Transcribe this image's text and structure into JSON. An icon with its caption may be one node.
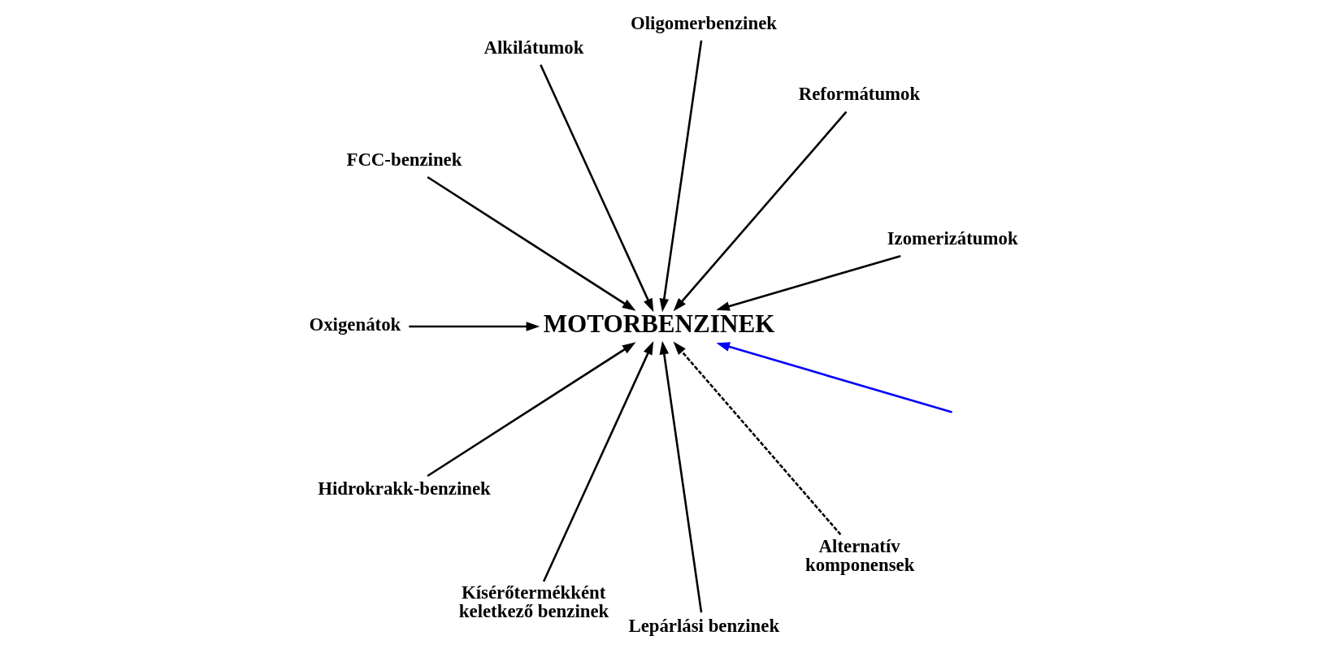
{
  "diagram": {
    "nodes": [
      {
        "text": [
          "Izomerizátumok"
        ]
      },
      {
        "text": [
          "Reformátumok"
        ]
      },
      {
        "text": [
          "Oligomerbenzinek"
        ]
      },
      {
        "text": [
          "Alkilátumok"
        ]
      },
      {
        "text": [
          "FCC-benzinek"
        ]
      },
      {
        "text": [
          "MOTORBENZINEK"
        ]
      },
      {
        "text": [
          "Oxigenátok"
        ]
      },
      {
        "text": [
          "Hidrokrakk-benzinek"
        ]
      },
      {
        "text": [
          "Kísérőtermékként keletkező benzinek"
        ]
      },
      {
        "text": [
          "Lepárlási benzinek"
        ]
      },
      {
        "text": [
          "Alternatív komponensek"
        ]
      }
    ],
    "edges": [
      {
        "from": 0,
        "to": 5,
        "arrow": "to"
      },
      {
        "from": 1,
        "to": 5,
        "arrow": "to"
      },
      {
        "from": 2,
        "to": 5,
        "arrow": "to"
      },
      {
        "from": 3,
        "to": 5,
        "arrow": "to"
      },
      {
        "from": 4,
        "to": 5,
        "arrow": "to"
      },
      {
        "from": null,
        "to": 5,
        "arrow": "to",
        "color": "#0000ff"
      },
      {
        "from": 6,
        "to": 5,
        "arrow": "to"
      },
      {
        "from": 7,
        "to": 5,
        "arrow": "to"
      },
      {
        "from": 8,
        "to": 5,
        "arrow": "to"
      },
      {
        "from": 9,
        "to": 5,
        "arrow": "to"
      },
      {
        "from": 10,
        "to": 5,
        "arrow": "to",
        "style": "dashed"
      }
    ]
  }
}
